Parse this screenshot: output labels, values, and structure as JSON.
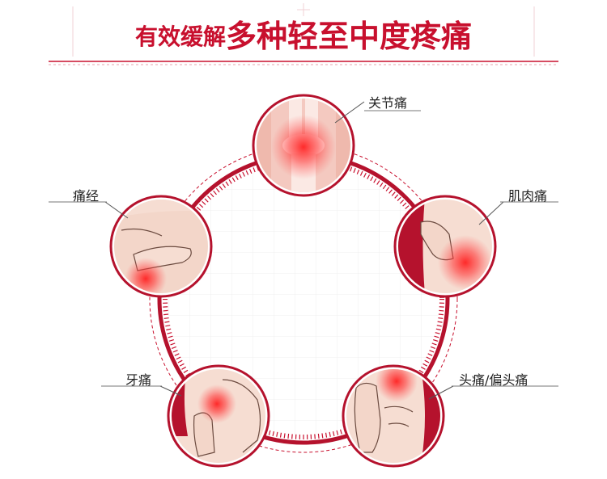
{
  "headline": {
    "prefix": "有效缓解",
    "emphasis": "多种轻至中度疼痛"
  },
  "pain_types": [
    {
      "label": "关节痛",
      "icon": "knee-joint-icon"
    },
    {
      "label": "肌肉痛",
      "icon": "muscle-pain-icon"
    },
    {
      "label": "头痛/偏头痛",
      "icon": "headache-icon"
    },
    {
      "label": "牙痛",
      "icon": "toothache-icon"
    },
    {
      "label": "痛经",
      "icon": "menstrual-cramps-icon"
    }
  ],
  "colors": {
    "accent": "#c8102e",
    "ring": "#b5122d",
    "skin": "#f3d6c9",
    "skin_shadow": "#d9a794",
    "pain_glow": "#ff1a1a",
    "grid": "#eeeeee"
  }
}
